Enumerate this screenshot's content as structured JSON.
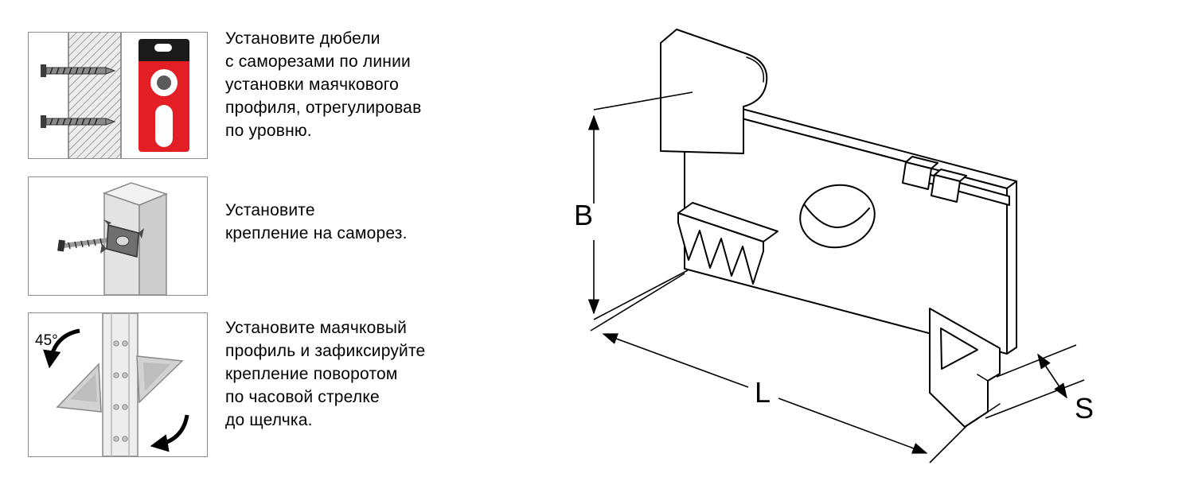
{
  "steps": [
    {
      "text": "Установите дюбели\nс саморезами по линии\nустановки маячкового\nпрофиля, отрегулировав\nпо уровню."
    },
    {
      "text": "Установите\nкрепление на саморез."
    },
    {
      "text": "Установите маячковый\nпрофиль и зафиксируйте\nкрепление поворотом\nпо часовой стрелке\nдо щелчка.",
      "angle_label": "45°"
    }
  ],
  "illustrations": {
    "step1": "wall-with-dowels-and-spirit-level",
    "step2": "fastener-clip-on-screw-in-column",
    "step3": "beacon-profile-rotate-45-to-lock"
  },
  "drawing": {
    "height_label": "B",
    "length_label": "L",
    "thickness_label": "S"
  },
  "colors": {
    "level_red": "#e31e24",
    "level_cap": "#1a1a1a",
    "line": "#000000",
    "metal_gray": "#d2d2d2"
  }
}
